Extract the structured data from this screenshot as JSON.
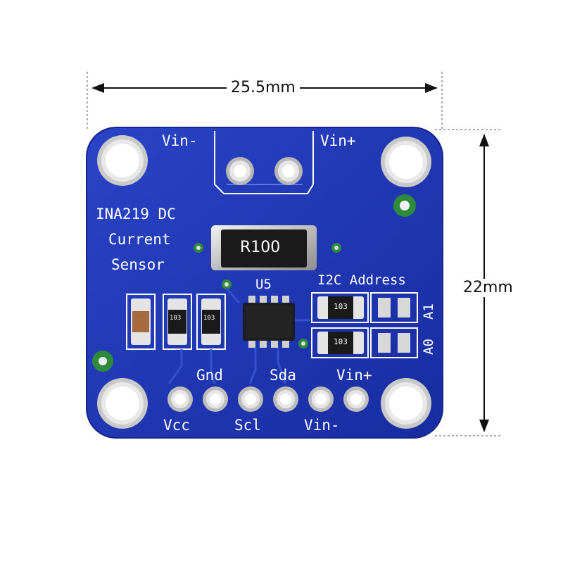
{
  "dimensions": {
    "width_label": "25.5mm",
    "height_label": "22mm"
  },
  "board": {
    "color": "#1f35b3",
    "title_lines": [
      "INA219 DC",
      "Current",
      "Sensor"
    ],
    "terminal_labels": {
      "left": "Vin-",
      "right": "Vin+"
    },
    "shunt_resistor_marking": "R100",
    "chip_designator": "U5",
    "i2c_label": "I2C Address",
    "address_jumpers": [
      "A1",
      "A0"
    ],
    "resistor_marking": "103",
    "header_pins_top": [
      "Gnd",
      "Sda",
      "Vin+"
    ],
    "header_pins_bottom": [
      "Vcc",
      "Scl",
      "Vin-"
    ]
  }
}
